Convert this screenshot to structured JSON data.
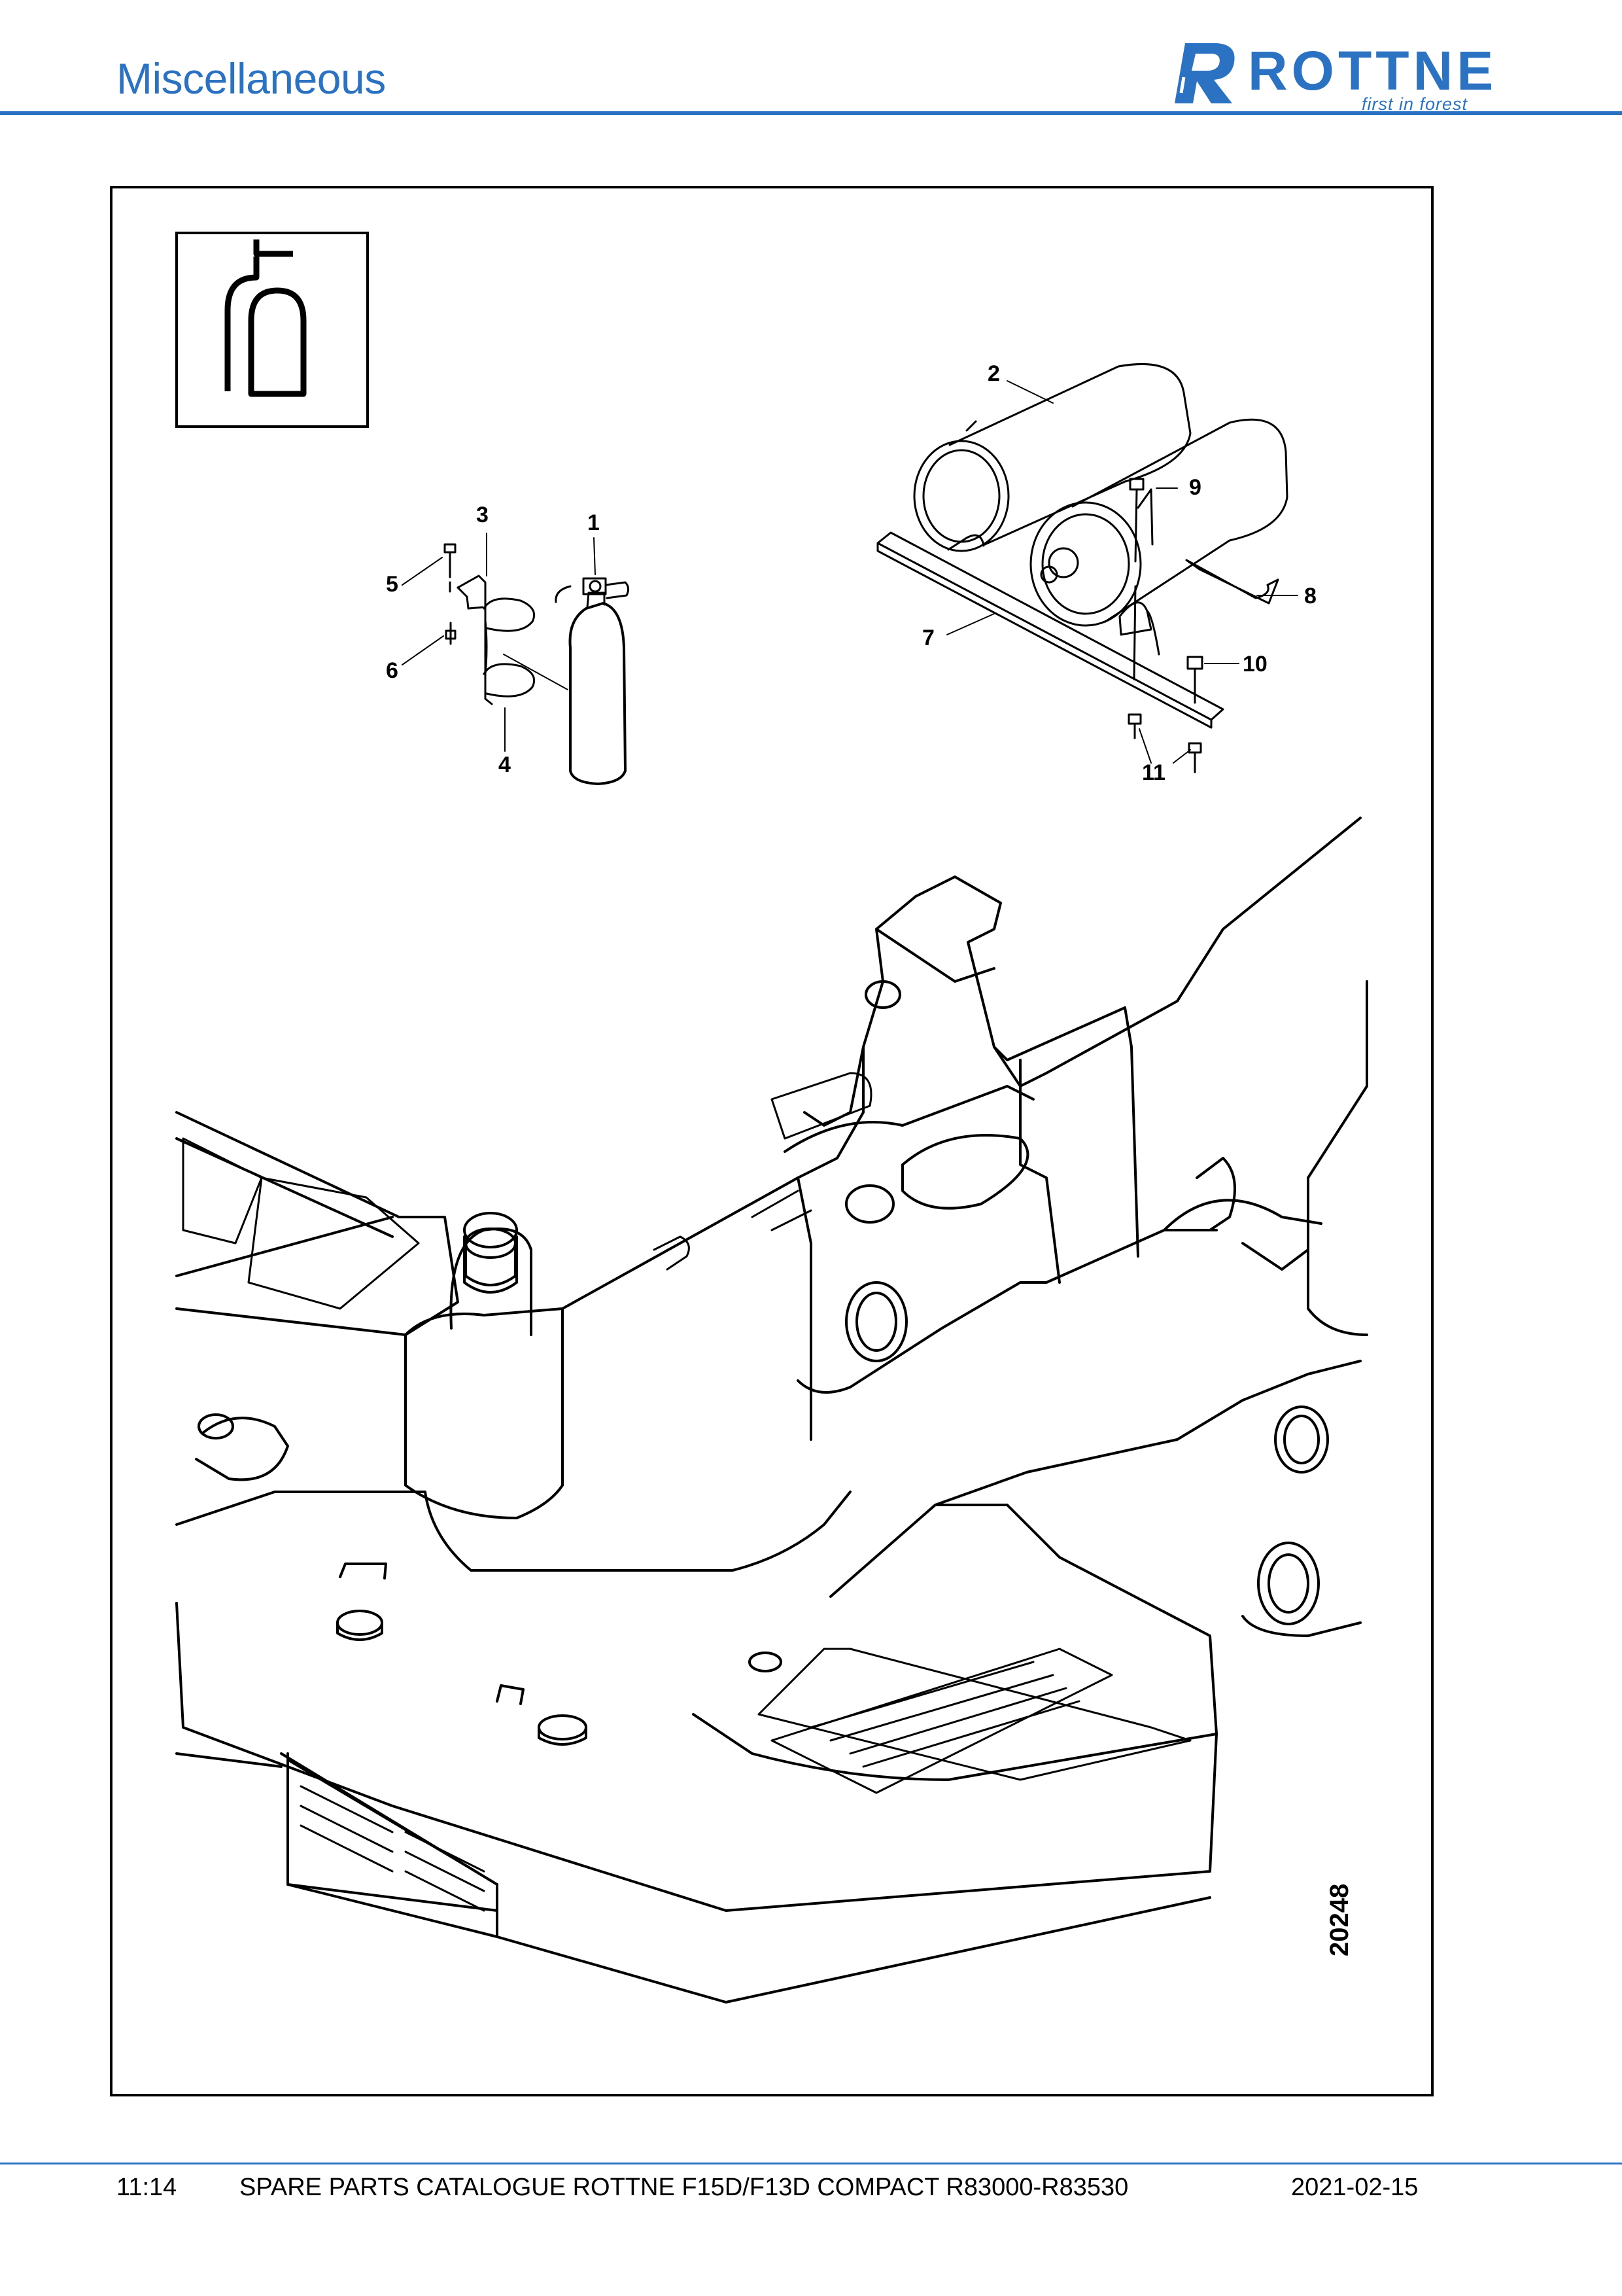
{
  "header": {
    "title": "Miscellaneous",
    "brand": {
      "name": "ROTTNE",
      "tagline": "first in forest",
      "color": "#2b72c3"
    }
  },
  "figure": {
    "icon": "fire-extinguisher-symbol-icon",
    "callouts": [
      "1",
      "2",
      "3",
      "4",
      "5",
      "6",
      "7",
      "8",
      "9",
      "10",
      "11"
    ],
    "drawing_number": "20248"
  },
  "footer": {
    "page": "11:14",
    "catalogue": "SPARE PARTS CATALOGUE ROTTNE F15D/F13D COMPACT R83000-R83530",
    "date": "2021-02-15"
  }
}
